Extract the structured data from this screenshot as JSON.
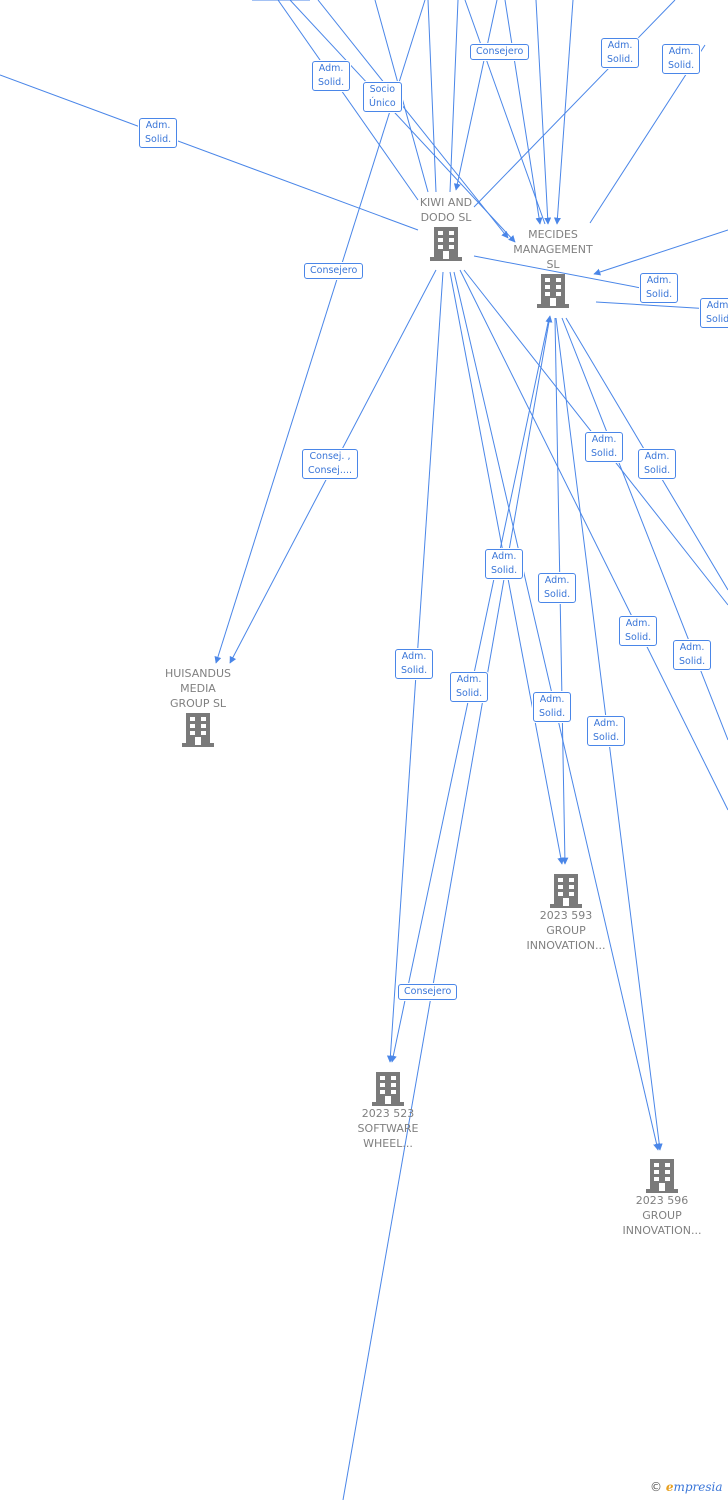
{
  "colors": {
    "edge": "#4a86e8",
    "node_text": "#808080",
    "node_icon": "#7a7a7a"
  },
  "nodes": [
    {
      "id": "kiwi",
      "label": "KIWI AND\nDODO  SL",
      "icon": "building-icon"
    },
    {
      "id": "mecides",
      "label": "MECIDES\nMANAGEMENT\nSL",
      "icon": "building-icon"
    },
    {
      "id": "huisandus",
      "label": "HUISANDUS\nMEDIA\nGROUP  SL",
      "icon": "building-icon"
    },
    {
      "id": "g593",
      "label": "2023 593\nGROUP\nINNOVATION...",
      "icon": "building-icon"
    },
    {
      "id": "s523",
      "label": "2023 523\nSOFTWARE\nWHEEL...",
      "icon": "building-icon"
    },
    {
      "id": "g596",
      "label": "2023 596\nGROUP\nINNOVATION...",
      "icon": "building-icon"
    }
  ],
  "relations": [
    "Adm.\nSolid.",
    "Adm.\nSolid.",
    "Socio\nÚnico",
    "Consejero",
    "Adm.\nSolid.",
    "Adm.\nSolid.",
    "Consejero",
    "Adm.\nSolid.",
    "Adm.\nSolid.",
    "Consej. ,\nConsej....",
    "Adm.\nSolid.",
    "Adm.\nSolid.",
    "Adm.\nSolid.",
    "Adm.\nSolid.",
    "Adm.\nSolid.",
    "Adm.\nSolid.",
    "Adm.\nSolid.",
    "Adm.\nSolid.",
    "Adm.\nSolid.",
    "Adm.\nSolid.",
    "Consejero"
  ],
  "footer": {
    "copyright": "©",
    "brand_initial": "e",
    "brand_rest": "mpresia"
  }
}
